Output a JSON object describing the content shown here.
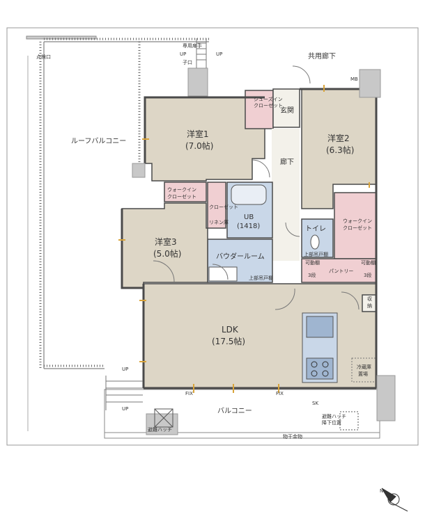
{
  "rooms": {
    "roof_balcony": "ルーフバルコニー",
    "western1_name": "洋室1",
    "western1_size": "(7.0帖)",
    "western2_name": "洋室2",
    "western2_size": "(6.3帖)",
    "western3_name": "洋室3",
    "western3_size": "(5.0帖)",
    "ldk_name": "LDK",
    "ldk_size": "(17.5帖)",
    "ub_name": "UB",
    "ub_size": "(1418)",
    "powder_room": "バウダールーム",
    "toilet": "トイレ",
    "corridor": "廊下",
    "entrance": "玄関",
    "balcony": "バルコニー",
    "common_corridor": "共用廊下",
    "pantry": "パントリー"
  },
  "closets": {
    "shoes_in_1": "シューズイン",
    "shoes_in_2": "クローゼット",
    "walkin_a_1": "ウォークイン",
    "walkin_a_2": "クローゼット",
    "walkin_b_1": "ウォークイン",
    "walkin_b_2": "クローゼット",
    "closet_1": "クローゼット",
    "linen": "リネン庫",
    "toilet_shelf": "上部吊戸棚",
    "powder_shelf": "上部吊戸棚",
    "storage_1": "収",
    "storage_2": "納",
    "fridge_1": "冷蔵庫",
    "fridge_2": "置場"
  },
  "labels": {
    "mb": "MB",
    "up_1": "UP",
    "up_2": "UP",
    "up_3": "UP",
    "up_4": "UP",
    "hatch_top_1": "専用扉手",
    "hatch_top_2": "子口",
    "point_top": "点検口",
    "fix_1": "FIX",
    "fix_2": "FIX",
    "sk": "SK",
    "evac_hatch": "避難ハッチ",
    "evac_hatch_down_1": "避難ハッチ",
    "evac_hatch_down_2": "降下位置",
    "handrail": "物干金物",
    "shelf_l_1": "可動棚",
    "shelf_l_2": "3段",
    "shelf_r_1": "可動棚",
    "shelf_r_2": "3段",
    "compass": "N"
  },
  "colors": {
    "room_fill": "#ddd6c6",
    "closet_fill": "#f0cfd2",
    "water_fill": "#c9d7e8",
    "corridor_fill": "#f3f1ea",
    "wall": "#4a4a4a",
    "line": "#8a8a8a",
    "kitchen_fill": "#9fb5d0"
  }
}
